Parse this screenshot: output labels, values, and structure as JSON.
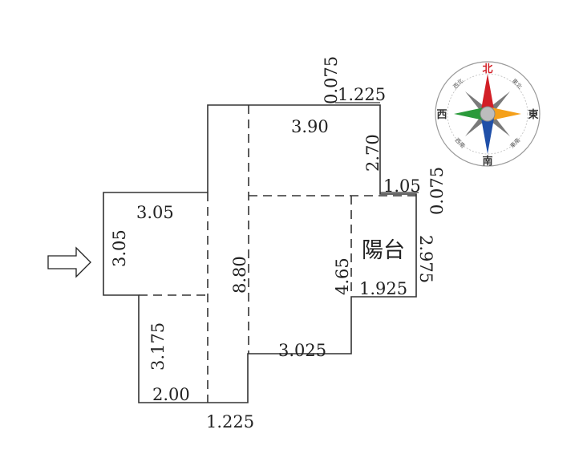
{
  "floor_plan": {
    "room_label": "陽台",
    "dimensions": {
      "d_0075_top": "0.075",
      "d_1225_top": "1.225",
      "d_390": "3.90",
      "d_270": "2.70",
      "d_105": "1.05",
      "d_0075_right": "0.075",
      "d_305_h": "3.05",
      "d_305_v": "3.05",
      "d_880": "8.80",
      "d_465": "4.65",
      "d_2975": "2.975",
      "d_1925": "1.925",
      "d_3175": "3.175",
      "d_3025": "3.025",
      "d_200": "2.00",
      "d_1225_bottom": "1.225"
    }
  },
  "compass": {
    "north": "北",
    "east": "東",
    "south": "南",
    "west": "西",
    "northeast": "東北",
    "northwest": "西北",
    "southeast": "東南",
    "southwest": "西南",
    "colors": {
      "north": "#d21f26",
      "east": "#f5a01a",
      "south": "#1f4fa8",
      "west": "#2a9a3a",
      "diagonal": "#7a7a7a"
    }
  },
  "entrance_arrow_icon": "outline-arrow-right"
}
